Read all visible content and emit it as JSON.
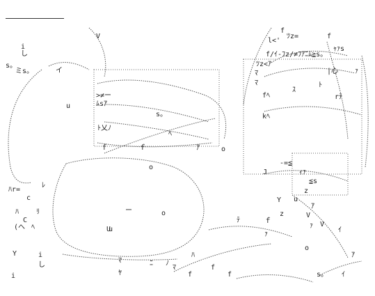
{
  "art": {
    "glyphs": [
      "i",
      "し",
      "s。",
      "ミs。",
      "イ",
      "u",
      "V",
      "f",
      "l<'",
      "ﾂz=",
      "f",
      "f/ｲ-ﾌz/≠ﾌｱﾆﾑ≧s。",
      "ﾂz<ｱ",
      "ﾏ",
      "ｬｧs",
      "|心",
      "ｧ",
      "ﾏ",
      "fﾍ",
      "kﾍ",
      "ｽ",
      "ﾄ",
      "rﾃ",
      ">≠ー",
      "ﾑsｱ",
      "s。",
      "ﾄ乂ﾉ",
      "ｆ",
      "ｆ",
      "ｱ",
      "ﾍ",
      "o",
      "o",
      "J",
      "-=≦",
      "ｨｧ",
      "≦s",
      "z",
      "Y",
      "z",
      "ｆ",
      "u",
      "V",
      "ｱ",
      "ｧ",
      "ﾃ",
      "ｧ",
      "V",
      "ｲ",
      "ｱ",
      "o",
      "s。",
      "ｲ",
      "ﾊr=",
      "ﾚ",
      "c",
      "ﾊ",
      "ﾘ",
      "C",
      "(へ",
      "ﾍ",
      "Y",
      "i",
      "し",
      "i",
      "u",
      "o",
      "ー",
      "U",
      "ﾏ",
      "ﾔ",
      "f",
      "f",
      "f",
      "ﾊ",
      "ﾏ",
      "ﾆ",
      "ﾉ"
    ]
  }
}
